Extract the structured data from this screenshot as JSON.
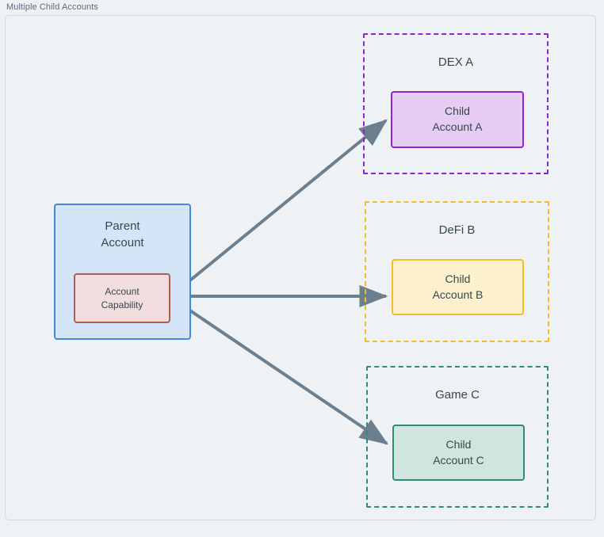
{
  "diagram": {
    "title": "Multiple Child Accounts",
    "colors": {
      "background": "#eef2f5",
      "frame_border": "#cdd8e0",
      "text": "#37474f",
      "title_text": "#5a6b7b",
      "arrow": "#6b7f8e",
      "parent_fill": "#d4e5f7",
      "parent_border": "#3d8bde",
      "capability_fill": "#f2dede",
      "capability_border": "#b05c5c",
      "dex_a": "#8e24d4",
      "dex_a_fill": "#e6ccf2",
      "defi_b": "#f5bc2a",
      "defi_b_fill": "#fdf1cd",
      "game_c": "#2e8b78",
      "game_c_fill": "#cfe5dd"
    }
  },
  "parent": {
    "line1": "Parent",
    "line2": "Account",
    "capability": {
      "line1": "Account",
      "line2": "Capability"
    }
  },
  "groups": [
    {
      "id": "dex-a",
      "label": "DEX A",
      "child": {
        "line1": "Child",
        "line2": "Account A"
      }
    },
    {
      "id": "defi-b",
      "label": "DeFi B",
      "child": {
        "line1": "Child",
        "line2": "Account B"
      }
    },
    {
      "id": "game-c",
      "label": "Game C",
      "child": {
        "line1": "Child",
        "line2": "Account C"
      }
    }
  ],
  "edges": [
    {
      "from": "account-capability",
      "to": "child-account-a",
      "style": "solid-arrow"
    },
    {
      "from": "account-capability",
      "to": "child-account-b",
      "style": "solid-arrow"
    },
    {
      "from": "account-capability",
      "to": "child-account-c",
      "style": "solid-arrow"
    }
  ]
}
